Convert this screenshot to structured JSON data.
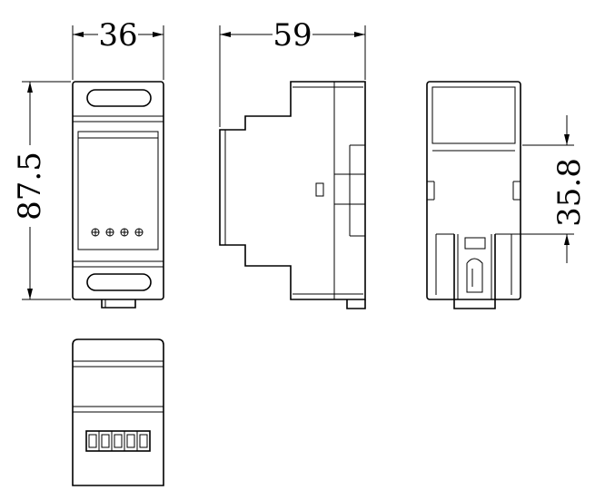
{
  "dimensions": {
    "width": "36",
    "depth": "59",
    "height": "87.5",
    "rail": "35.8"
  }
}
